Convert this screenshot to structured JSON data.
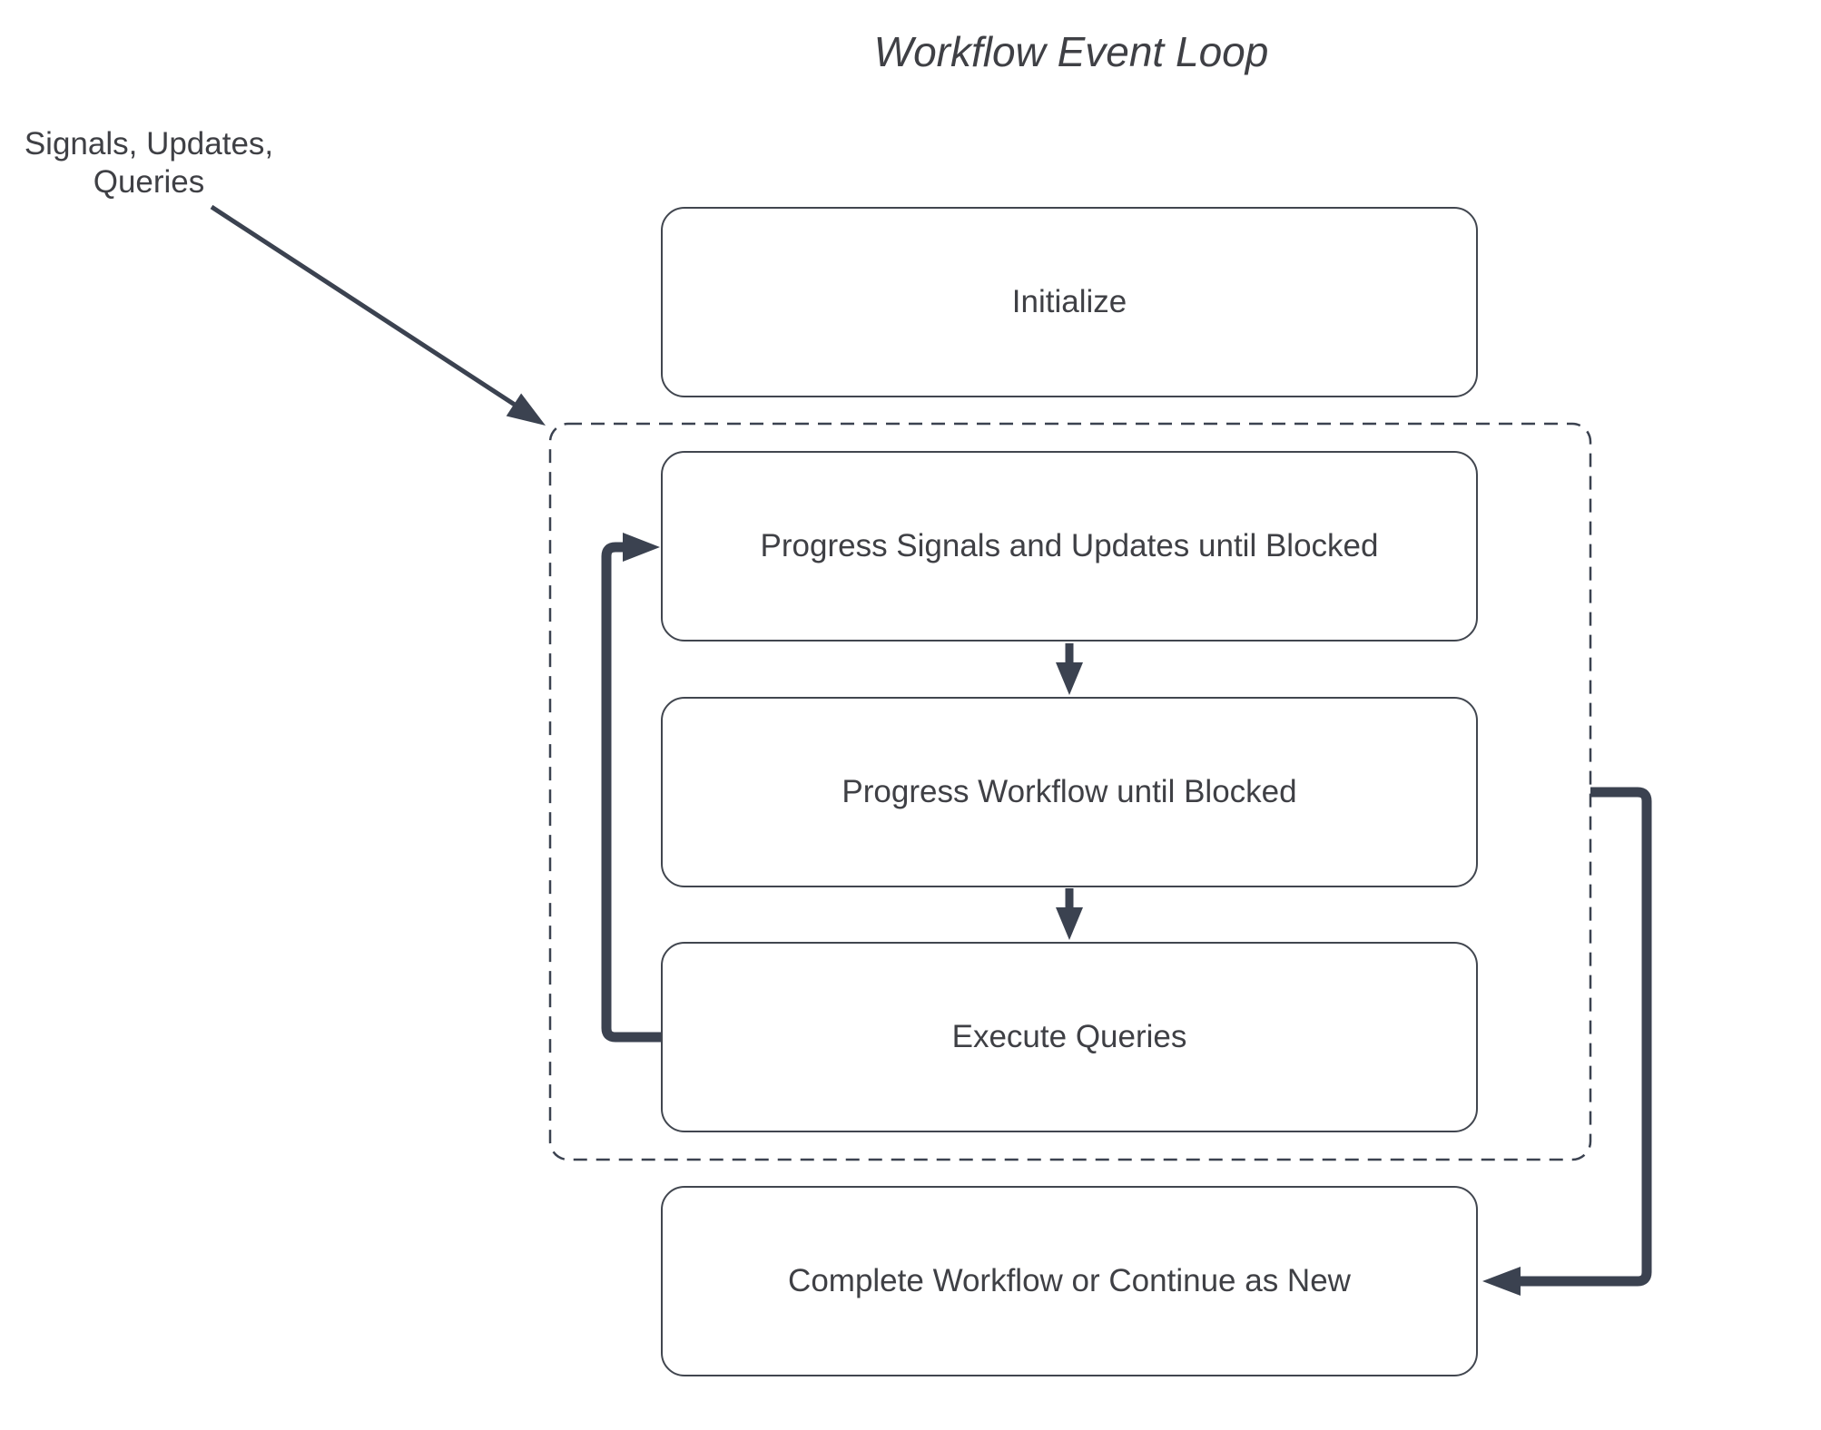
{
  "title": "Workflow Event Loop",
  "annotation": "Signals, Updates,\nQueries",
  "nodes": [
    {
      "id": "initialize",
      "label": "Initialize"
    },
    {
      "id": "progress-signals-updates",
      "label": "Progress Signals and Updates until Blocked"
    },
    {
      "id": "progress-workflow",
      "label": "Progress Workflow until Blocked"
    },
    {
      "id": "execute-queries",
      "label": "Execute Queries"
    },
    {
      "id": "complete-or-continue",
      "label": "Complete Workflow or Continue as New"
    }
  ],
  "group": {
    "id": "event-loop-group",
    "style": "dashed"
  },
  "edges": [
    {
      "from": "signals-updates-queries-label",
      "to": "event-loop-group"
    },
    {
      "from": "progress-signals-updates",
      "to": "progress-workflow"
    },
    {
      "from": "progress-workflow",
      "to": "execute-queries"
    },
    {
      "from": "execute-queries",
      "to": "progress-signals-updates"
    },
    {
      "from": "event-loop-group",
      "to": "complete-or-continue"
    }
  ],
  "colors": {
    "ink": "#3b4250",
    "box_border": "#41464f",
    "text": "#3f4045",
    "background": "#ffffff"
  }
}
